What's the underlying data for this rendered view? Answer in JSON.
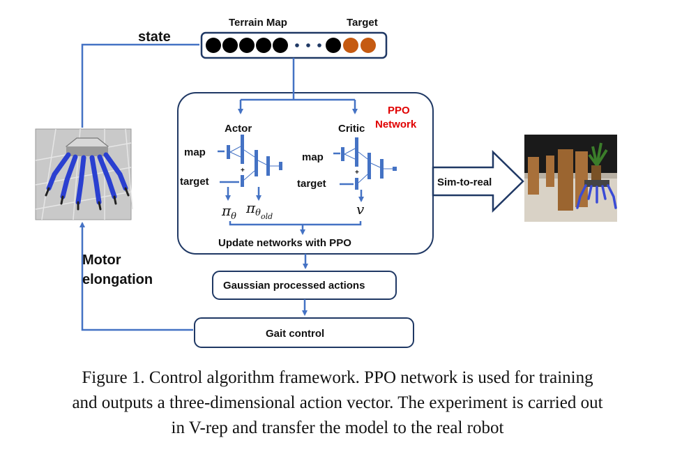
{
  "labels": {
    "state": "state",
    "terrain_map": "Terrain Map",
    "target_top": "Target",
    "ppo_line1": "PPO",
    "ppo_line2": "Network",
    "actor": "Actor",
    "critic": "Critic",
    "map_actor": "map",
    "target_actor": "target",
    "map_critic": "map",
    "target_critic": "target",
    "plus": "+",
    "pi": "π",
    "theta": "θ",
    "theta_old": "θ",
    "old": "old",
    "v": "v",
    "update": "Update networks with PPO",
    "sim_to_real": "Sim-to-real",
    "gaussian": "Gaussian processed actions",
    "gait": "Gait control",
    "motor_line1": "Motor",
    "motor_line2": "elongation"
  },
  "caption": {
    "line1": "Figure 1. Control algorithm framework. PPO network is used for training",
    "line2": "and outputs a three-dimensional action vector. The experiment is carried out",
    "line3": "in V-rep and transfer the model to the real robot"
  },
  "colors": {
    "arrow": "#4472c4",
    "box_border": "#1f3864",
    "ppo_text": "#e00000",
    "terrain_dot": "#000000",
    "target_dot": "#c55a11"
  },
  "icons": {
    "sim_robot": "hexapod-robot-simulation-image",
    "real_robot": "hexapod-robot-real-photo"
  }
}
